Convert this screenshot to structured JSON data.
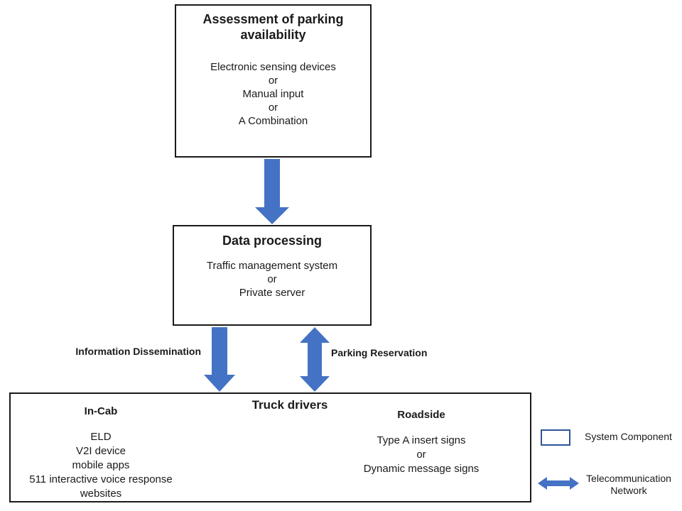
{
  "colors": {
    "arrow_fill": "#4472C4",
    "legend_box_border": "#2F5597"
  },
  "assessment_box": {
    "title": "Assessment of parking availability",
    "lines": [
      "Electronic sensing devices",
      "or",
      "Manual input",
      "or",
      "A Combination"
    ]
  },
  "data_processing_box": {
    "title": "Data processing",
    "lines": [
      "Traffic management system",
      "or",
      "Private server"
    ]
  },
  "flow_labels": {
    "information_dissemination": "Information Dissemination",
    "parking_reservation": "Parking Reservation"
  },
  "truck_drivers_box": {
    "title": "Truck drivers",
    "incab": {
      "heading": "In-Cab",
      "lines": [
        "ELD",
        "V2I device",
        "mobile apps",
        "511 interactive voice response",
        "websites"
      ]
    },
    "roadside": {
      "heading": "Roadside",
      "lines": [
        "Type A insert signs",
        "or",
        "Dynamic message signs"
      ]
    }
  },
  "legend": {
    "system_component_label": "System Component",
    "telecommunication_network_label": "Telecommunication Network"
  }
}
